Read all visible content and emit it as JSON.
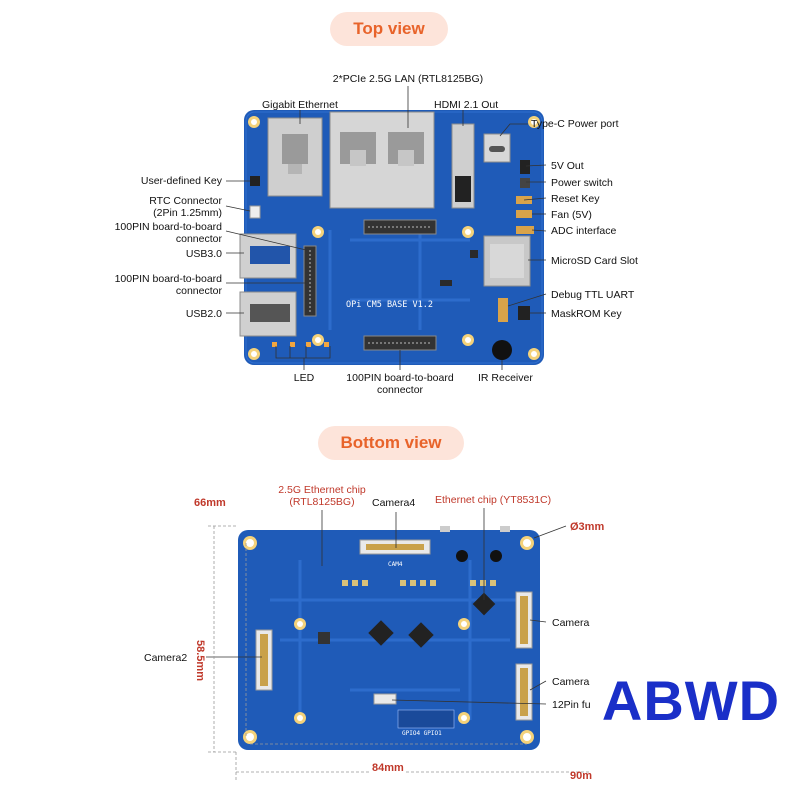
{
  "sections": {
    "top_title": "Top view",
    "bottom_title": "Bottom view"
  },
  "top_labels": {
    "pcie_lan": "2*PCIe 2.5G LAN (RTL8125BG)",
    "gigabit": "Gigabit Ethernet",
    "hdmi": "HDMI 2.1 Out",
    "typec": "Type-C Power port",
    "user_key": "User-defined Key",
    "rtc": "RTC Connector",
    "rtc_sub": "(2Pin 1.25mm)",
    "b2b_1": "100PIN board-to-board",
    "b2b_1_sub": "connector",
    "usb3": "USB3.0",
    "b2b_2": "100PIN board-to-board",
    "b2b_2_sub": "connector",
    "usb2": "USB2.0",
    "led": "LED",
    "b2b_3": "100PIN board-to-board",
    "b2b_3_sub": "connector",
    "ir": "IR Receiver",
    "v5out": "5V Out",
    "power_switch": "Power switch",
    "reset": "Reset Key",
    "fan": "Fan (5V)",
    "adc": "ADC interface",
    "microsd": "MicroSD Card Slot",
    "debug": "Debug TTL UART",
    "maskrom": "MaskROM Key",
    "board_name": "OPi CM5 BASE V1.2"
  },
  "bottom_labels": {
    "eth25": "2.5G Ethernet chip",
    "eth25_sub": "(RTL8125BG)",
    "camera4": "Camera4",
    "eth_chip": "Ethernet chip (YT8531C)",
    "hole": "Ø3mm",
    "camera_r1": "Camera",
    "camera2": "Camera2",
    "camera_r2": "Camera",
    "pin12": "12Pin fu",
    "cam4_silk": "CAM4",
    "gpio_silk": "GPIO4   GPIO1"
  },
  "dimensions": {
    "d66": "66mm",
    "d585": "58.5mm",
    "d84": "84mm",
    "d90": "90m"
  },
  "watermark": "ABWD",
  "colors": {
    "pill_bg": "#fde4da",
    "pill_text": "#e8632a",
    "board": "#1f5bb8",
    "dimension": "#c0392b"
  }
}
